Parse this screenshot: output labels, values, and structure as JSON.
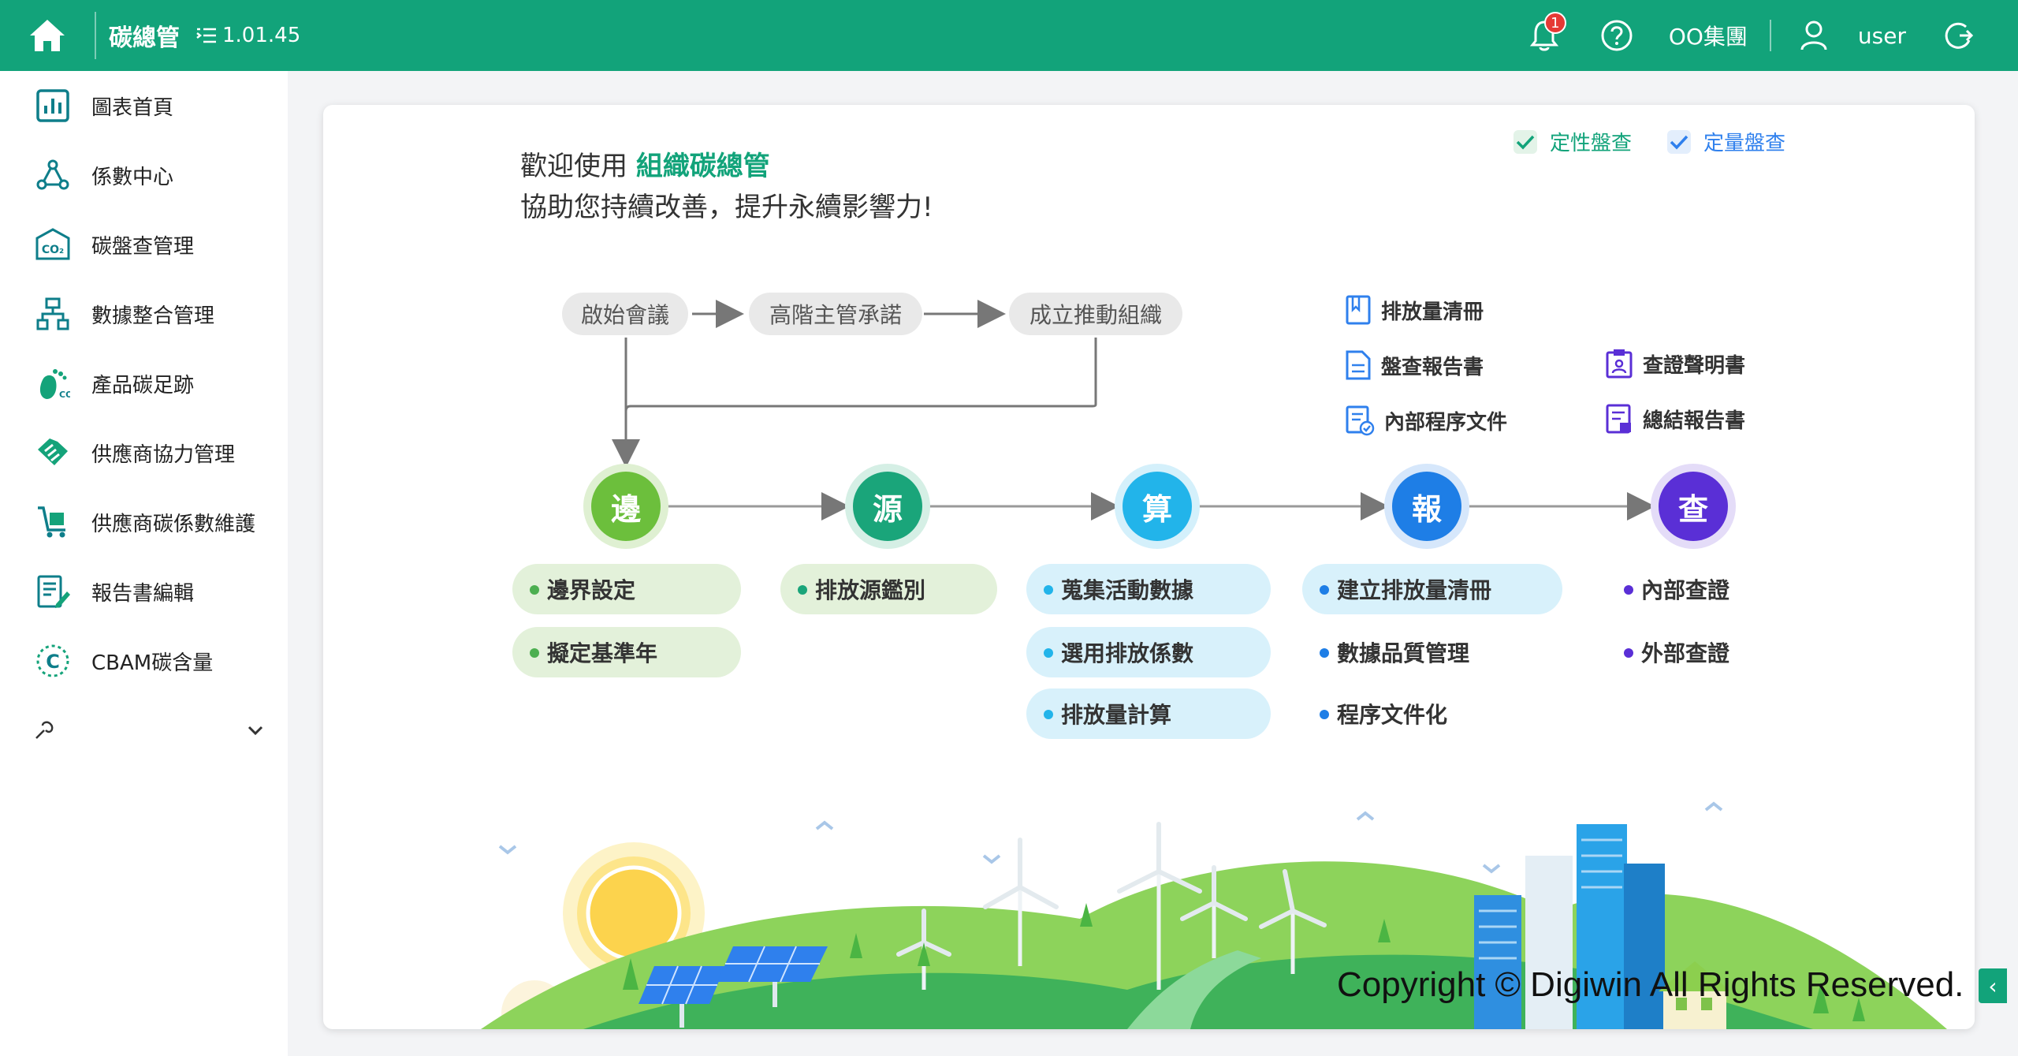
{
  "header": {
    "app_title": "碳總管",
    "version": "1.01.45",
    "notification_count": "1",
    "org_name": "OO集團",
    "username": "user"
  },
  "sidebar": {
    "items": [
      {
        "label": "圖表首頁",
        "icon": "chart-icon"
      },
      {
        "label": "係數中心",
        "icon": "network-icon"
      },
      {
        "label": "碳盤查管理",
        "icon": "co2-icon"
      },
      {
        "label": "數據整合管理",
        "icon": "hierarchy-icon"
      },
      {
        "label": "產品碳足跡",
        "icon": "footprint-icon"
      },
      {
        "label": "供應商協力管理",
        "icon": "handshake-icon"
      },
      {
        "label": "供應商碳係數維護",
        "icon": "cart-icon"
      },
      {
        "label": "報告書編輯",
        "icon": "report-icon"
      },
      {
        "label": "CBAM碳含量",
        "icon": "cbam-icon"
      }
    ]
  },
  "main": {
    "legend": [
      {
        "label": "定性盤查",
        "color": "#12a37a"
      },
      {
        "label": "定量盤查",
        "color": "#2f80ed"
      }
    ],
    "welcome_prefix": "歡迎使用",
    "welcome_brand": "組織碳總管",
    "welcome_line2": "協助您持續改善，提升永續影響力!",
    "pre_steps": [
      "啟始會議",
      "高階主管承諾",
      "成立推動組織"
    ],
    "steps": [
      {
        "char": "邊",
        "color": "#6cbf3c"
      },
      {
        "char": "源",
        "color": "#1aa57a"
      },
      {
        "char": "算",
        "color": "#22b4ea"
      },
      {
        "char": "報",
        "color": "#1e7ee6"
      },
      {
        "char": "查",
        "color": "#5a2fd6"
      }
    ],
    "tasks": {
      "t1a": "邊界設定",
      "t1b": "擬定基準年",
      "t2a": "排放源鑑別",
      "t3a": "蒐集活動數據",
      "t3b": "選用排放係數",
      "t3c": "排放量計算",
      "t4a": "建立排放量清冊",
      "t4b": "數據品質管理",
      "t4c": "程序文件化",
      "t5a": "內部查證",
      "t5b": "外部查證"
    },
    "docs": {
      "d1": "排放量清冊",
      "d2": "盤查報告書",
      "d3": "內部程序文件",
      "d4": "查證聲明書",
      "d5": "總結報告書"
    },
    "copyright": "Copyright © Digiwin All Rights Reserved."
  }
}
